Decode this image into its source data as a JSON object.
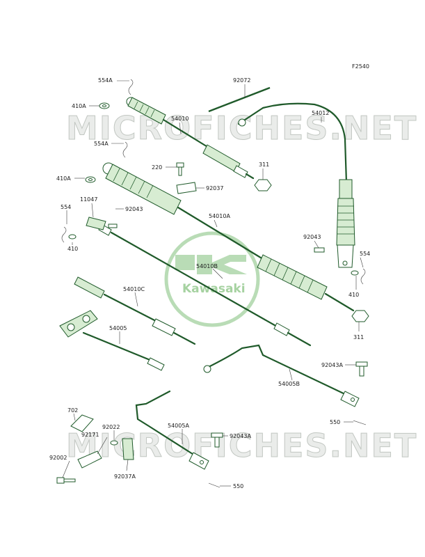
{
  "figure_code": "F2540",
  "watermark": {
    "top": "MICROFICHES.NET",
    "bottom": "MICROFICHES.NET",
    "brand": "Kawasaki"
  },
  "labels": {
    "l554A_top": "554A",
    "l410A_top": "410A",
    "l554A_mid": "554A",
    "l54010": "54010",
    "l92072": "92072",
    "l54012": "54012",
    "l220": "220",
    "l92037": "92037",
    "l311_top": "311",
    "l410A_mid": "410A",
    "l11047": "11047",
    "l92043_left": "92043",
    "l554_left": "554",
    "l410_left": "410",
    "l54010A": "54010A",
    "l92043_right": "92043",
    "l554_right": "554",
    "l54010B": "54010B",
    "l410_right": "410",
    "l54010C": "54010C",
    "l311_bottom": "311",
    "l54005": "54005",
    "l92043A_right": "92043A",
    "l54005B": "54005B",
    "l550_right": "550",
    "l702": "702",
    "l92022": "92022",
    "l92171": "92171",
    "l54005A": "54005A",
    "l92043A_bottom": "92043A",
    "l92002": "92002",
    "l92037A": "92037A",
    "l550_bottom": "550"
  }
}
